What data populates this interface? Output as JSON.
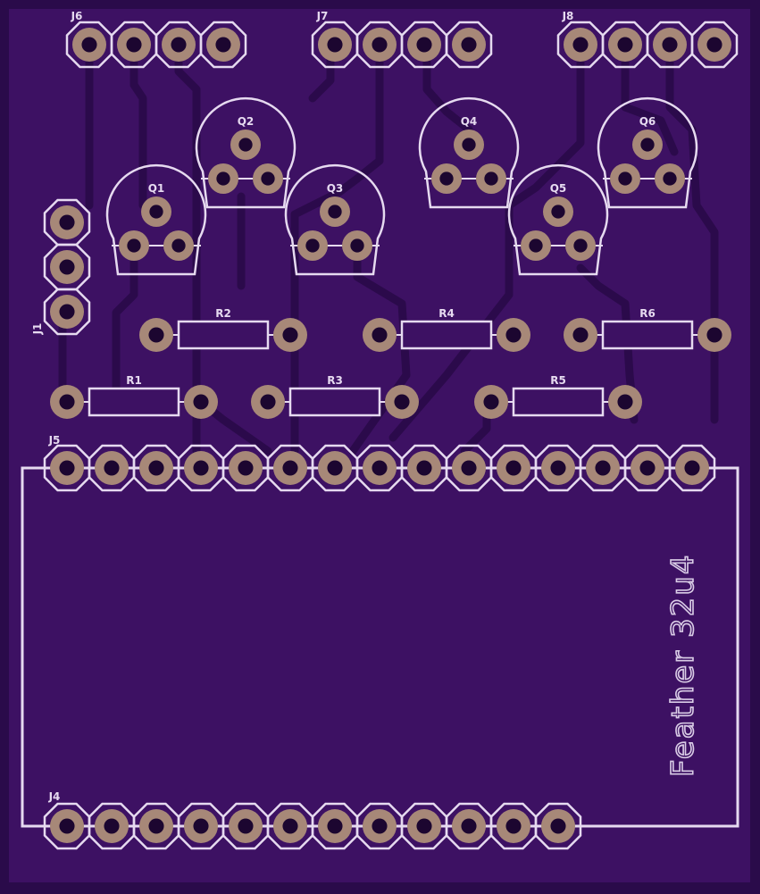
{
  "board": {
    "colors": {
      "substrate": "#3d1163",
      "edge": "#2a0b4a",
      "silk": "#e6daf0",
      "trace": "#2b0a4b",
      "pad": "#a78878",
      "hole": "#1c0630"
    }
  },
  "headers": {
    "J6": {
      "label": "J6",
      "pins": 4
    },
    "J7": {
      "label": "J7",
      "pins": 4
    },
    "J8": {
      "label": "J8",
      "pins": 4
    },
    "J1": {
      "label": "J1",
      "pins": 3
    },
    "J5": {
      "label": "J5",
      "pins": 15
    },
    "J4": {
      "label": "J4",
      "pins": 12
    }
  },
  "transistors": {
    "Q1": {
      "label": "Q1"
    },
    "Q2": {
      "label": "Q2"
    },
    "Q3": {
      "label": "Q3"
    },
    "Q4": {
      "label": "Q4"
    },
    "Q5": {
      "label": "Q5"
    },
    "Q6": {
      "label": "Q6"
    }
  },
  "resistors": {
    "R1": {
      "label": "R1"
    },
    "R2": {
      "label": "R2"
    },
    "R3": {
      "label": "R3"
    },
    "R4": {
      "label": "R4"
    },
    "R5": {
      "label": "R5"
    },
    "R6": {
      "label": "R6"
    }
  },
  "module": {
    "label": "Feather 32u4"
  }
}
